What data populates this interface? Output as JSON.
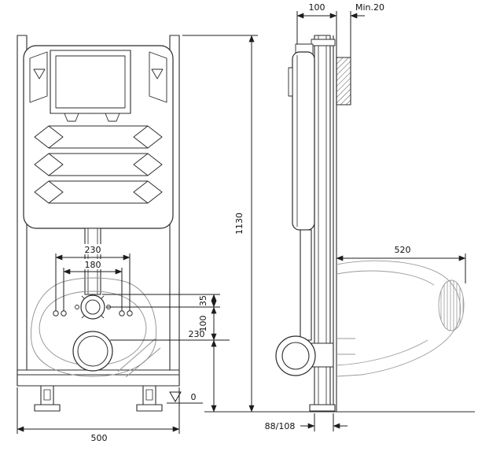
{
  "diagram": {
    "title": "wc-concealed-cistern-frame-installation-drawing",
    "labels": {
      "front_width": "500",
      "frame_height": "1130",
      "fixing_outer": "230",
      "fixing_inner": "180",
      "dim_35": "35",
      "dim_100_front": "100",
      "dim_230_outlet": "230",
      "datum_zero": "0",
      "frame_depth": "100",
      "min_wall": "Min.20",
      "pan_depth": "520",
      "outlet_offset": "88/108"
    }
  }
}
